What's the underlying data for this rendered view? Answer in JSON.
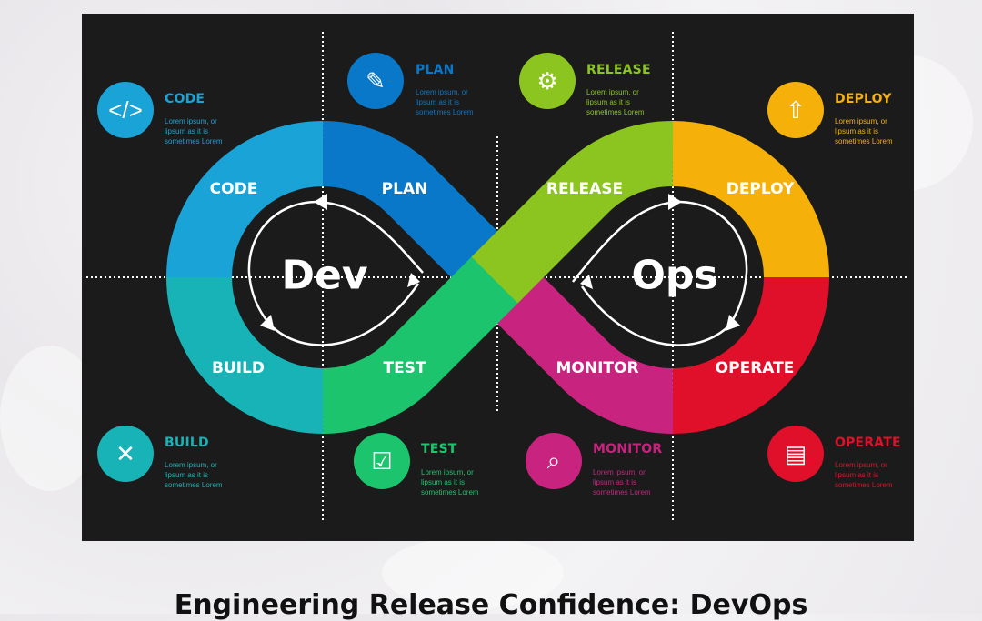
{
  "colors": {
    "code": "#1aa3d6",
    "plan": "#0a78c8",
    "release": "#8cc520",
    "deploy": "#f5b10a",
    "build": "#18b3b6",
    "test": "#1cc46e",
    "monitor": "#c8237f",
    "operate": "#e0102a",
    "panel": "#1b1b1b"
  },
  "center": {
    "dev": "Dev",
    "ops": "Ops"
  },
  "loop": {
    "code": "CODE",
    "plan": "PLAN",
    "release": "RELEASE",
    "deploy": "DEPLOY",
    "build": "BUILD",
    "test": "TEST",
    "monitor": "MONITOR",
    "operate": "OPERATE"
  },
  "cards": [
    {
      "title": "CODE",
      "icon": "code-brackets-icon",
      "text": "Lorem ipsum, or lipsum as it is sometimes Lorem"
    },
    {
      "title": "PLAN",
      "icon": "notepad-pen-icon",
      "text": "Lorem ipsum, or lipsum as it is sometimes Lorem"
    },
    {
      "title": "RELEASE",
      "icon": "gears-icon",
      "text": "Lorem ipsum, or lipsum as it is sometimes Lorem"
    },
    {
      "title": "DEPLOY",
      "icon": "rocket-icon",
      "text": "Lorem ipsum, or lipsum as it is sometimes Lorem"
    },
    {
      "title": "BUILD",
      "icon": "wrench-screwdriver-icon",
      "text": "Lorem ipsum, or lipsum as it is sometimes Lorem"
    },
    {
      "title": "TEST",
      "icon": "clipboard-checklist-icon",
      "text": "Lorem ipsum, or lipsum as it is sometimes Lorem"
    },
    {
      "title": "MONITOR",
      "icon": "magnifier-chart-icon",
      "text": "Lorem ipsum, or lipsum as it is sometimes Lorem"
    },
    {
      "title": "OPERATE",
      "icon": "presenter-board-icon",
      "text": "Lorem ipsum, or lipsum as it is sometimes Lorem"
    }
  ],
  "title": "Engineering Release Confidence: DevOps"
}
